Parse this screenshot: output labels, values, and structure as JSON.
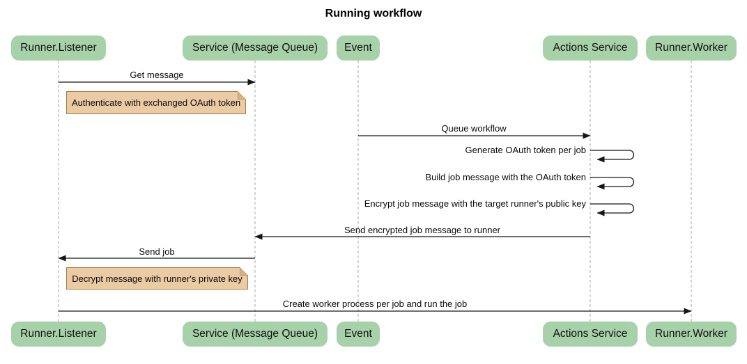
{
  "title": "Running workflow",
  "participants": [
    {
      "label": "Runner.Listener"
    },
    {
      "label": "Service (Message Queue)"
    },
    {
      "label": "Event"
    },
    {
      "label": "Actions Service"
    },
    {
      "label": "Runner.Worker"
    }
  ],
  "messages": [
    {
      "text": "Get message",
      "from": "Runner.Listener",
      "to": "Service (Message Queue)",
      "direction": "right"
    },
    {
      "text": "Queue workflow",
      "from": "Event",
      "to": "Actions Service",
      "direction": "right"
    },
    {
      "text": "Generate OAuth token per job",
      "from": "Actions Service",
      "to": "Actions Service",
      "direction": "self"
    },
    {
      "text": "Build job message with the OAuth token",
      "from": "Actions Service",
      "to": "Actions Service",
      "direction": "self"
    },
    {
      "text": "Encrypt job message with the target runner's public key",
      "from": "Actions Service",
      "to": "Actions Service",
      "direction": "self"
    },
    {
      "text": "Send encrypted job message to runner",
      "from": "Actions Service",
      "to": "Service (Message Queue)",
      "direction": "left"
    },
    {
      "text": "Send job",
      "from": "Service (Message Queue)",
      "to": "Runner.Listener",
      "direction": "left"
    },
    {
      "text": "Create worker process per job and run the job",
      "from": "Runner.Listener",
      "to": "Runner.Worker",
      "direction": "right"
    }
  ],
  "notes": [
    {
      "text": "Authenticate with exchanged OAuth token",
      "over": "Runner.Listener"
    },
    {
      "text": "Decrypt message with runner's private key",
      "over": "Runner.Listener"
    }
  ],
  "colors": {
    "participant_fill": "#a7d1a9",
    "note_fill": "#ebcba3",
    "note_border": "#a87c46",
    "message_line": "#161616",
    "lifeline": "#a9a9a9",
    "text": "#0a0a0a",
    "background": "#ffffff"
  }
}
